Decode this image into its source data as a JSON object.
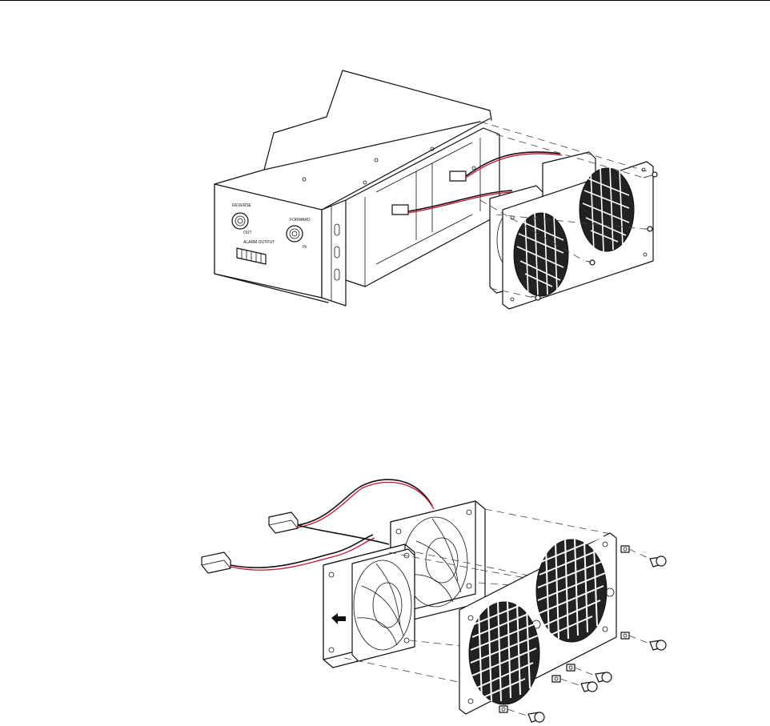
{
  "figure_top": {
    "panel_labels": {
      "reverse": "REVERSE",
      "out": "OUT",
      "forward": "FORWARD",
      "in": "IN",
      "alarm_output": "ALARM OUTPUT"
    }
  },
  "colors": {
    "line": "#111111",
    "wire_red": "#c8102e",
    "wire_black": "#111111",
    "background": "#ffffff"
  }
}
